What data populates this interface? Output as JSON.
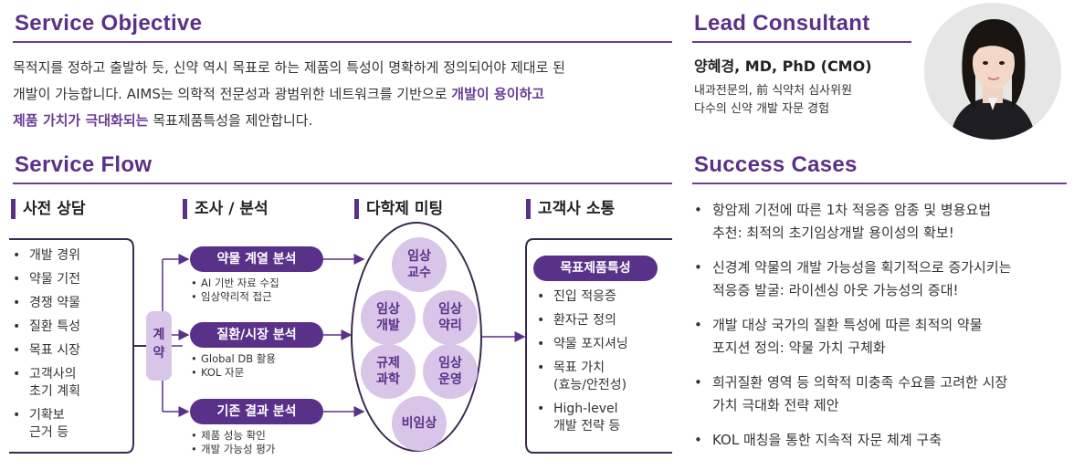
{
  "objective": {
    "title": "Service Objective",
    "text_before": "목적지를 정하고 출발하 듯, 신약 역시 목표로 하는 제품의 특성이 명확하게 정의되어야 제대로 된\n개발이 가능합니다. AIMS는 의학적 전문성과 광범위한 네트워크를 기반으로 ",
    "text_highlight": "개발이 용이하고\n제품 가치가 극대화되는",
    "text_after": " 목표제품특성을 제안합니다."
  },
  "lead": {
    "title": "Lead Consultant",
    "name": "양혜경, MD, PhD (CMO)",
    "line1": "내과전문의, 前 식약처 심사위원",
    "line2": "다수의 신약 개발 자문 경험"
  },
  "flow": {
    "title": "Service Flow",
    "stage1": {
      "head": "사전 상담",
      "items": [
        "개발 경위",
        "약물 기전",
        "경쟁 약물",
        "질환 특성",
        "목표 시장",
        "고객사의\n초기 계획",
        "기확보\n근거 등"
      ]
    },
    "contract": "계\n약",
    "stage2": {
      "head": "조사 / 분석",
      "pill1": "약물 계열 분석",
      "pill1_items": [
        "AI 기반 자료 수집",
        "임상약리적 접근"
      ],
      "pill2": "질환/시장 분석",
      "pill2_items": [
        "Global DB 활용",
        "KOL 자문"
      ],
      "pill3": "기존 결과 분석",
      "pill3_items": [
        "제품 성능 확인",
        "개발 가능성 평가"
      ]
    },
    "stage3": {
      "head": "다학제 미팅",
      "circles": [
        "임상\n교수",
        "임상\n개발",
        "임상\n약리",
        "규제\n과학",
        "임상\n운영",
        "비임상"
      ]
    },
    "stage4": {
      "head": "고객사 소통",
      "pill": "목표제품특성",
      "items": [
        "진입 적응증",
        "환자군 정의",
        "약물 포지셔닝",
        "목표 가치\n(효능/안전성)",
        "High-level\n개발 전략 등"
      ]
    }
  },
  "success": {
    "title": "Success Cases",
    "items": [
      "항암제 기전에 따른 1차 적응증 암종 및 병용요법\n추천: 최적의 초기임상개발 용이성의 확보!",
      "신경계 약물의 개발 가능성을 획기적으로 증가시키는\n적응증 발굴: 라이센싱 아웃 가능성의 증대!",
      "개발 대상 국가의 질환 특성에 따른 최적의 약물\n포지션 정의: 약물 가치 구체화",
      "희귀질환 영역 등 의학적 미충족 수요를 고려한 시장\n가치 극대화 전략 제안",
      "KOL 매칭을 통한 지속적 자문 체계 구축"
    ]
  },
  "colors": {
    "accent": "#5a3188",
    "soft": "#d8c5e8"
  }
}
